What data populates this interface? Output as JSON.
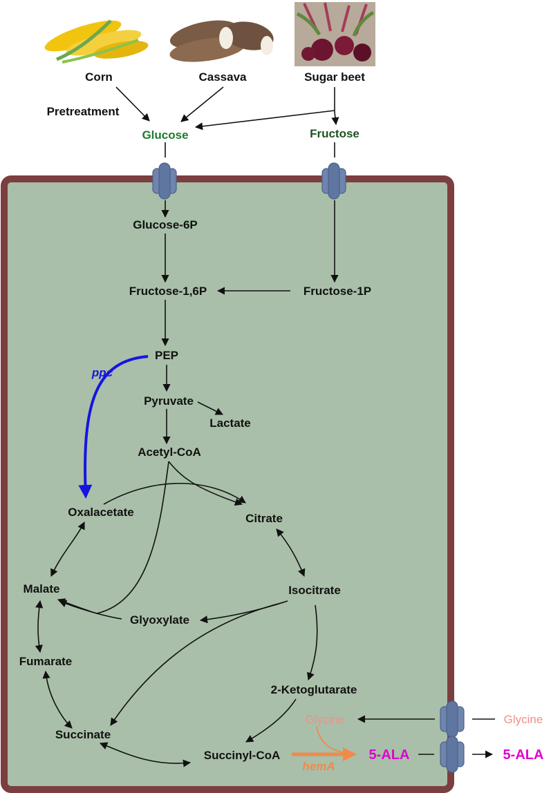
{
  "colors": {
    "cell_border": "#7b3f3f",
    "cell_fill": "#a9bfa9",
    "transporter": "#6e85ad",
    "glucose_text": "#1e7a2f",
    "fructose_text": "#1d5220",
    "ppc_arrow": "#1515e0",
    "hemA_arrow": "#f08a4a",
    "glycine_text": "#f0908a",
    "ala_text": "#e000d0"
  },
  "sources": {
    "corn": "Corn",
    "cassava": "Cassava",
    "sugar_beet": "Sugar beet",
    "pretreatment": "Pretreatment"
  },
  "sugars": {
    "glucose": "Glucose",
    "fructose": "Fructose"
  },
  "metabolites": {
    "glucose_6p": "Glucose-6P",
    "fructose_16p": "Fructose-1,6P",
    "fructose_1p": "Fructose-1P",
    "pep": "PEP",
    "pyruvate": "Pyruvate",
    "lactate": "Lactate",
    "acetyl_coa": "Acetyl-CoA",
    "oxalacetate": "Oxalacetate",
    "citrate": "Citrate",
    "malate": "Malate",
    "isocitrate": "Isocitrate",
    "glyoxylate": "Glyoxylate",
    "fumarate": "Fumarate",
    "ketoglutarate": "2-Ketoglutarate",
    "succinate": "Succinate",
    "succinyl_coa": "Succinyl-CoA",
    "glycine_in": "Glycine",
    "glycine_out": "Glycine",
    "ala_in": "5-ALA",
    "ala_out": "5-ALA"
  },
  "enzymes": {
    "ppc": "ppc",
    "hemA": "hemA"
  },
  "icons": [
    "corn-icon",
    "cassava-icon",
    "sugar-beet-icon",
    "transporter-icon"
  ]
}
